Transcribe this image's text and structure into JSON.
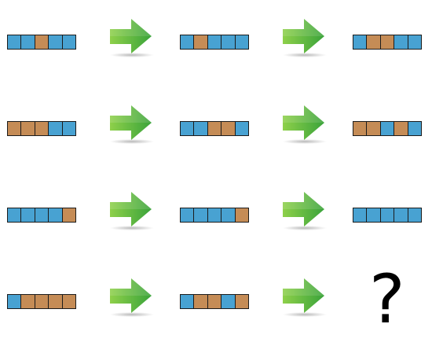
{
  "colors": {
    "blue": "#48a2d2",
    "orange": "#c58c56",
    "arrow": "#5cbb2e"
  },
  "puzzle": {
    "rows": [
      {
        "sequence": [
          [
            "blue",
            "blue",
            "orange",
            "blue",
            "blue"
          ],
          [
            "blue",
            "orange",
            "blue",
            "blue",
            "blue"
          ],
          [
            "blue",
            "orange",
            "orange",
            "blue",
            "blue"
          ]
        ]
      },
      {
        "sequence": [
          [
            "orange",
            "orange",
            "orange",
            "blue",
            "blue"
          ],
          [
            "blue",
            "blue",
            "orange",
            "orange",
            "blue"
          ],
          [
            "orange",
            "orange",
            "blue",
            "orange",
            "blue"
          ]
        ]
      },
      {
        "sequence": [
          [
            "blue",
            "blue",
            "blue",
            "blue",
            "orange"
          ],
          [
            "blue",
            "blue",
            "blue",
            "blue",
            "orange"
          ],
          [
            "blue",
            "blue",
            "blue",
            "blue",
            "blue"
          ]
        ]
      },
      {
        "sequence": [
          [
            "blue",
            "orange",
            "orange",
            "orange",
            "orange"
          ],
          [
            "blue",
            "orange",
            "orange",
            "blue",
            "orange"
          ]
        ]
      }
    ],
    "unknown_symbol": "?"
  },
  "icons": {
    "arrow": "right-arrow-icon"
  }
}
